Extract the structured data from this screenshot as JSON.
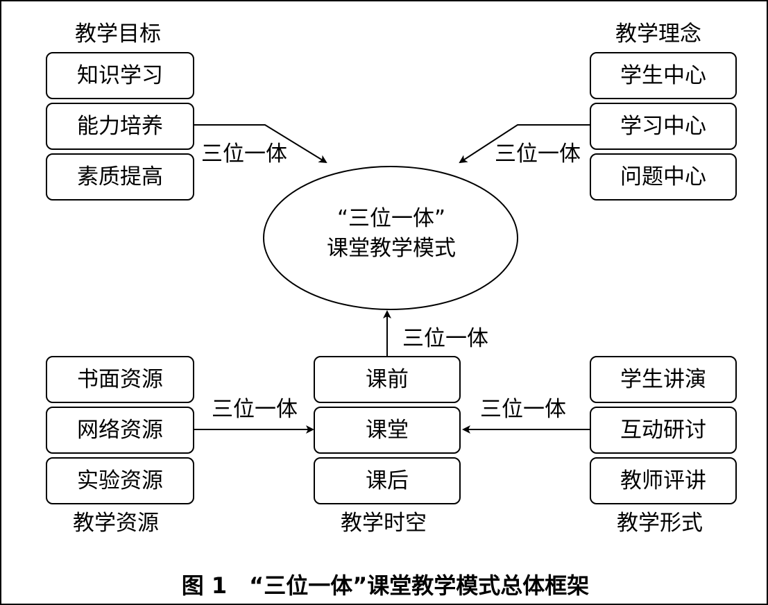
{
  "center": {
    "line1": "“三位一体”",
    "line2": "课堂教学模式"
  },
  "goals": {
    "title": "教学目标",
    "items": [
      "知识学习",
      "能力培养",
      "素质提高"
    ],
    "connector_label": "三位一体"
  },
  "philosophy": {
    "title": "教学理念",
    "items": [
      "学生中心",
      "学习中心",
      "问题中心"
    ],
    "connector_label": "三位一体"
  },
  "resources": {
    "title": "教学资源",
    "items": [
      "书面资源",
      "网络资源",
      "实验资源"
    ],
    "connector_label": "三位一体"
  },
  "spacetime": {
    "title": "教学时空",
    "items": [
      "课前",
      "课堂",
      "课后"
    ],
    "connector_label": "三位一体"
  },
  "forms": {
    "title": "教学形式",
    "items": [
      "学生讲演",
      "互动研讨",
      "教师评讲"
    ],
    "connector_label": "三位一体"
  },
  "caption": "图 1　“三位一体”课堂教学模式总体框架"
}
